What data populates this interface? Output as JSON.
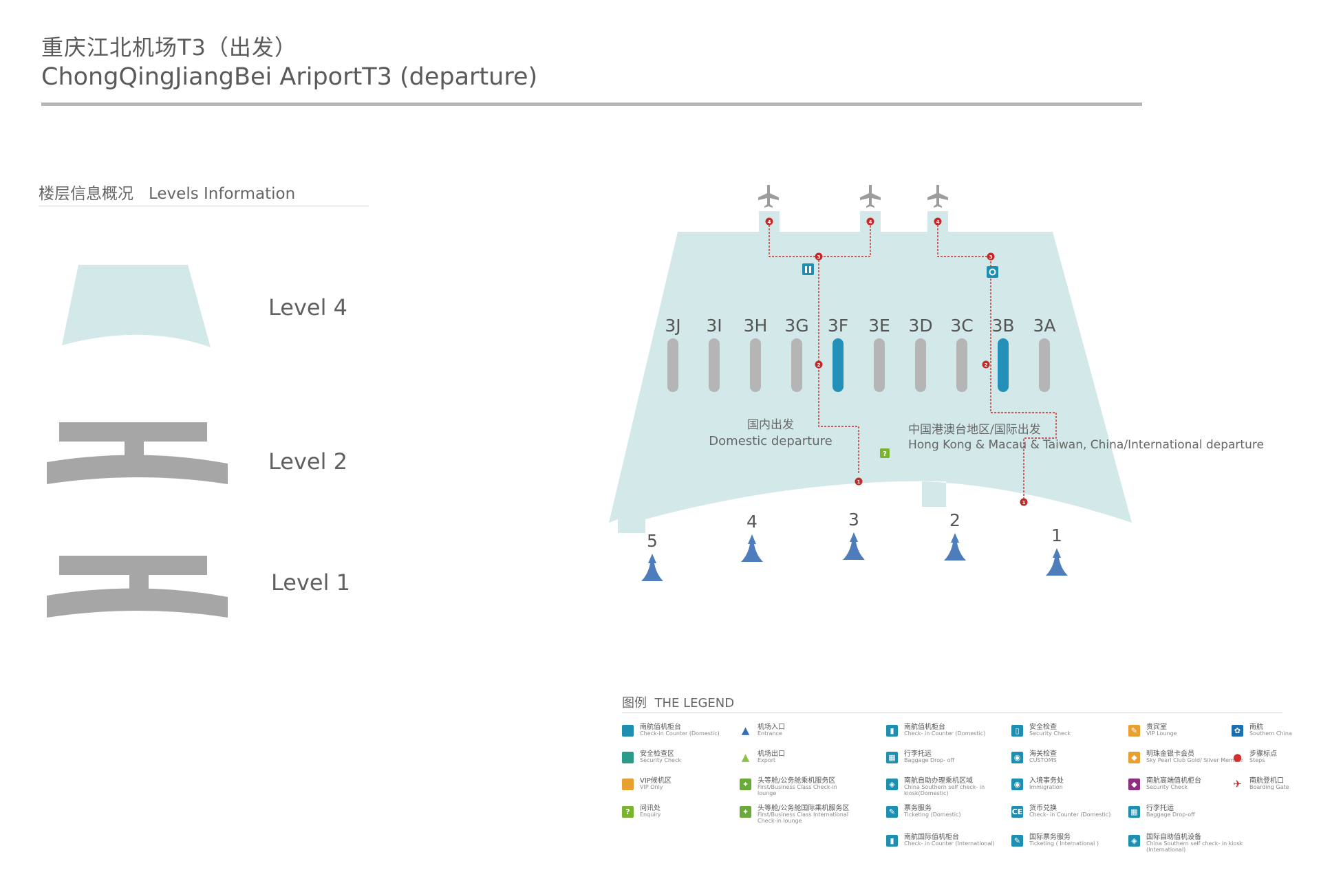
{
  "header": {
    "title_zh": "重庆江北机场T3（出发）",
    "title_en": "ChongQingJiangBei AriportT3 (departure)"
  },
  "levels_panel": {
    "heading_zh": "楼层信息概况",
    "heading_en": "Levels Information",
    "levels": [
      {
        "label": "Level 4"
      },
      {
        "label": "Level 2"
      },
      {
        "label": "Level 1"
      }
    ]
  },
  "map": {
    "counters": [
      "3J",
      "3I",
      "3H",
      "3G",
      "3F",
      "3E",
      "3D",
      "3C",
      "3B",
      "3A"
    ],
    "highlighted_counters": [
      "3F",
      "3B"
    ],
    "entrances": [
      "5",
      "4",
      "3",
      "2",
      "1"
    ],
    "area_domestic_zh": "国内出发",
    "area_domestic_en": "Domestic departure",
    "area_intl_zh": "中国港澳台地区/国际出发",
    "area_intl_en": "Hong Kong & Macau & Taiwan, China/International departure",
    "route_steps": [
      "1",
      "2",
      "3",
      "4"
    ]
  },
  "legend": {
    "heading_zh": "图例",
    "heading_en": "THE LEGEND",
    "items": [
      {
        "zh": "南航值机柜台",
        "en": "Check-in Counter (Domestic)",
        "icon": "teal-square-icon",
        "color": "#1e8fb0",
        "glyph": ""
      },
      {
        "zh": "安全检查区",
        "en": "Security Check",
        "icon": "green-square-icon",
        "color": "#2a9a8a",
        "glyph": ""
      },
      {
        "zh": "VIP候机区",
        "en": "VIP Only",
        "icon": "orange-square-icon",
        "color": "#e8a030",
        "glyph": ""
      },
      {
        "zh": "问讯处",
        "en": "Enquiry",
        "icon": "enquiry-icon",
        "color": "#7ab32e",
        "glyph": "?"
      },
      {
        "zh": "机场入口",
        "en": "Entrance",
        "icon": "entrance-arrow-icon",
        "color": "#3a6fb5",
        "glyph": "▲"
      },
      {
        "zh": "机场出口",
        "en": "Export",
        "icon": "exit-arrow-icon",
        "color": "#8bc34a",
        "glyph": "▲"
      },
      {
        "zh": "头等舱/公务舱乘机服务区",
        "en": "First/Business Class Check-in lounge",
        "icon": "first-class-checkin-icon",
        "color": "#6aaa3a",
        "glyph": "✦"
      },
      {
        "zh": "头等舱/公务舱国际乘机服务区",
        "en": "First/Business Class International Check-in lounge",
        "icon": "first-class-intl-icon",
        "color": "#6aaa3a",
        "glyph": "✦"
      },
      {
        "zh": "南航值机柜台",
        "en": "Check- in Counter (Domestic)",
        "icon": "checkin-counter-icon",
        "color": "#1e8fb0",
        "glyph": "▮"
      },
      {
        "zh": "行李托运",
        "en": "Baggage Drop- off",
        "icon": "baggage-dropoff-icon",
        "color": "#1e8fb0",
        "glyph": "▦"
      },
      {
        "zh": "南航自助办理乘机区域",
        "en": "China Southern self check- in kiosk(Domestic)",
        "icon": "self-kiosk-icon",
        "color": "#1e8fb0",
        "glyph": "◈"
      },
      {
        "zh": "票务服务",
        "en": "Ticketing (Domestic)",
        "icon": "ticketing-icon",
        "color": "#1e8fb0",
        "glyph": "✎"
      },
      {
        "zh": "南航国际值机柜台",
        "en": "Check- in Counter (International)",
        "icon": "intl-checkin-icon",
        "color": "#1e8fb0",
        "glyph": "▮"
      },
      {
        "zh": "安全检查",
        "en": "Security Check",
        "icon": "security-check-icon",
        "color": "#1e8fb0",
        "glyph": "▯"
      },
      {
        "zh": "海关检查",
        "en": "CUSTOMS",
        "icon": "customs-icon",
        "color": "#1e8fb0",
        "glyph": "◉"
      },
      {
        "zh": "入境事务处",
        "en": "Immigration",
        "icon": "immigration-icon",
        "color": "#1e8fb0",
        "glyph": "◉"
      },
      {
        "zh": "货币兑换",
        "en": "Check- in Counter (Domestic)",
        "icon": "currency-exchange-icon",
        "color": "#1e8fb0",
        "glyph": "CE"
      },
      {
        "zh": "国际票务服务",
        "en": "Ticketing ( International )",
        "icon": "intl-ticketing-icon",
        "color": "#1e8fb0",
        "glyph": "✎"
      },
      {
        "zh": "贵宾室",
        "en": "VIP Lounge",
        "icon": "vip-lounge-icon",
        "color": "#e8a030",
        "glyph": "✎"
      },
      {
        "zh": "明珠金银卡会员",
        "en": "Sky Pearl Club Gold/ Silver Member",
        "icon": "sky-pearl-icon",
        "color": "#e8a030",
        "glyph": "◆"
      },
      {
        "zh": "南航高端值机柜台",
        "en": "Security Check",
        "icon": "premium-checkin-icon",
        "color": "#8e2e7e",
        "glyph": "◆"
      },
      {
        "zh": "行李托运",
        "en": "Baggage Drop-off",
        "icon": "baggage-dropoff-2-icon",
        "color": "#1e8fb0",
        "glyph": "▦"
      },
      {
        "zh": "国际自助值机设备",
        "en": "China Southern self check- in kiosk (International)",
        "icon": "intl-self-kiosk-icon",
        "color": "#1e8fb0",
        "glyph": "◈"
      },
      {
        "zh": "南航",
        "en": "Southern China",
        "icon": "china-southern-logo-icon",
        "color": "#1e6fb0",
        "glyph": "✿"
      },
      {
        "zh": "步骤标点",
        "en": "Steps",
        "icon": "step-marker-icon",
        "color": "#d32f2f",
        "glyph": "●"
      },
      {
        "zh": "南航登机口",
        "en": "Boarding Gate",
        "icon": "boarding-gate-icon",
        "color": "#d32f2f",
        "glyph": "✈"
      }
    ]
  },
  "colors": {
    "terminal_fill": "#d3e8e8",
    "counter_gray": "#b5b5b5",
    "counter_highlight": "#2290b8",
    "route_red": "#c62828",
    "level_gray": "#a6a6a6",
    "level_mint": "#d3e8e8"
  }
}
